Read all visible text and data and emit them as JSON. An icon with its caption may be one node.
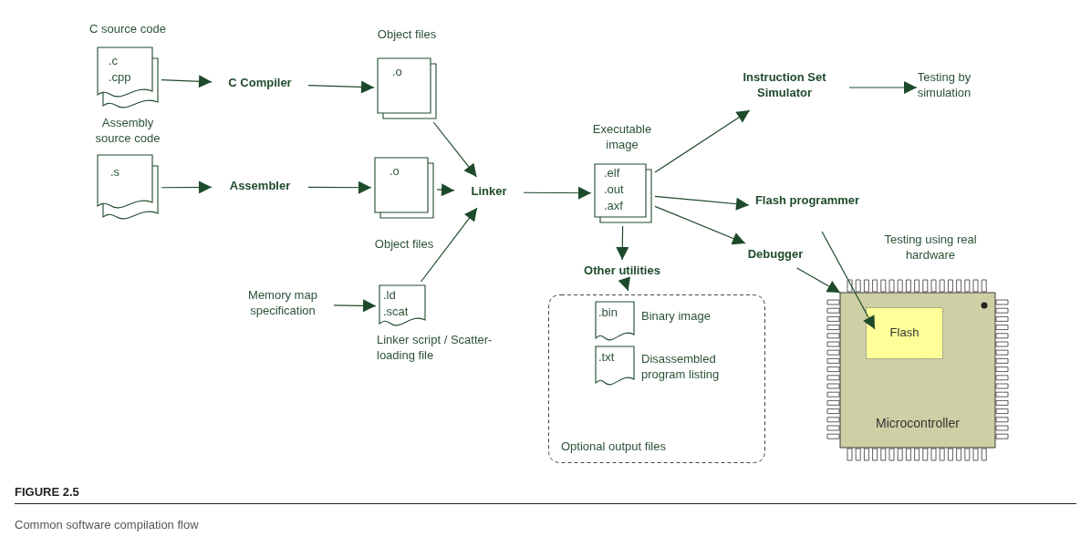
{
  "diagram": {
    "title": "FIGURE 2.5",
    "caption": "Common software compilation flow",
    "nodes": [
      {
        "text": [
          ".c .cpp"
        ],
        "beside": [
          "C source code"
        ]
      },
      {
        "text": [
          "C Compiler"
        ]
      },
      {
        "text": [
          ".o"
        ],
        "beside": [
          "Object files"
        ]
      },
      {
        "text": [
          ".s"
        ]
      },
      {
        "text": [
          "Assembler"
        ]
      },
      {
        "text": [
          ".o"
        ],
        "beside": [
          "Object files"
        ]
      },
      {
        "text": [
          "Memory map specification"
        ]
      },
      {
        "text": [
          ".ld .scat"
        ],
        "beside": [
          "Linker script / Scatter-loading file"
        ]
      },
      {
        "text": [
          "Linker"
        ]
      },
      {
        "text": [
          ".elf .out .axf"
        ],
        "beside": [
          "Executable image"
        ]
      },
      {
        "text": [
          "Instruction Set Simulator"
        ]
      },
      {
        "text": [
          "Testing by simulation"
        ]
      },
      {
        "text": [
          "Flash programmer"
        ]
      },
      {
        "text": [
          "Debugger"
        ]
      },
      {
        "text": [
          "Other utilities"
        ]
      },
      {
        "text": [
          "Optional output files"
        ]
      },
      {
        "text": [
          ".bin"
        ],
        "beside": [
          "Binary image"
        ],
        "in": 15
      },
      {
        "text": [
          ".txt"
        ],
        "beside": [
          "Disassembled program listing"
        ],
        "in": 15
      },
      {
        "text": [
          "Microcontroller"
        ]
      },
      {
        "text": [
          "Flash"
        ],
        "in": 18
      }
    ],
    "edges": [
      {
        "from": 0,
        "to": 1,
        "arrow": "to"
      },
      {
        "from": 1,
        "to": 2,
        "arrow": "to"
      },
      {
        "from": 3,
        "to": 4,
        "arrow": "to"
      },
      {
        "from": 4,
        "to": 5,
        "arrow": "to"
      },
      {
        "from": 2,
        "to": 8,
        "arrow": "to"
      },
      {
        "from": 5,
        "to": 8,
        "arrow": "to"
      },
      {
        "from": 6,
        "to": 7,
        "arrow": "to"
      },
      {
        "from": 7,
        "to": 8,
        "arrow": "to"
      },
      {
        "from": 8,
        "to": 9,
        "arrow": "to"
      },
      {
        "from": 9,
        "to": 10,
        "arrow": "to"
      },
      {
        "from": 10,
        "to": 11,
        "arrow": "to"
      },
      {
        "from": 9,
        "to": 12,
        "arrow": "to"
      },
      {
        "from": 9,
        "to": 13,
        "arrow": "to"
      },
      {
        "from": 9,
        "to": 14,
        "arrow": "to"
      },
      {
        "from": 14,
        "to": 15,
        "arrow": "to"
      },
      {
        "from": 12,
        "to": 19,
        "arrow": "to"
      },
      {
        "from": 13,
        "to": 18,
        "arrow": "to"
      }
    ],
    "labels": [
      "Assembly source code",
      "Testing using real hardware"
    ]
  }
}
